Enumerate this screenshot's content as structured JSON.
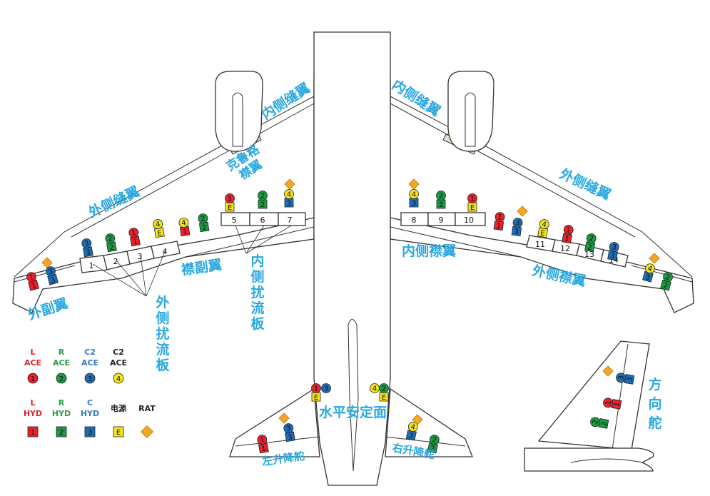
{
  "labels": {
    "inboard_slat_left": "内侧缝翼",
    "inboard_slat_right": "内侧缝翼",
    "krueger_1": "克鲁格",
    "krueger_2": "襟翼",
    "outboard_slat_left": "外侧缝翼",
    "outboard_slat_right": "外侧缝翼",
    "aileron": "外副翼",
    "flaperon": "襟副翼",
    "inboard_spoiler": [
      "内",
      "侧",
      "扰",
      "流",
      "板"
    ],
    "outboard_spoiler": [
      "外",
      "侧",
      "扰",
      "流",
      "板"
    ],
    "inboard_flap": "内侧襟翼",
    "outboard_flap": "外侧襟翼",
    "stabilizer": "水平安定面",
    "left_elevator": "左升降舵",
    "right_elevator": "右升降舵",
    "rudder": [
      "方",
      "向",
      "舵"
    ]
  },
  "spoiler_numbers": [
    "1",
    "2",
    "3",
    "4",
    "5",
    "6",
    "7",
    "8",
    "9",
    "10",
    "11",
    "12",
    "13",
    "14"
  ],
  "legend": {
    "ace_row": [
      {
        "line1": "L",
        "line2": "ACE",
        "symbol": "1",
        "color": "#e8212b",
        "text_color": "#d7262b"
      },
      {
        "line1": "R",
        "line2": "ACE",
        "symbol": "2",
        "color": "#1a9a43",
        "text_color": "#2a9d47"
      },
      {
        "line1": "C2",
        "line2": "ACE",
        "symbol": "3",
        "color": "#1f6db6",
        "text_color": "#2f7bc0"
      },
      {
        "line1": "C2",
        "line2": "ACE",
        "symbol": "4",
        "color": "#f7e51a",
        "text_color": "#222222"
      }
    ],
    "hyd_row": [
      {
        "line1": "L",
        "line2": "HYD",
        "symbol": "1",
        "color": "#e8212b",
        "text_color": "#d7262b"
      },
      {
        "line1": "R",
        "line2": "HYD",
        "symbol": "2",
        "color": "#1a9a43",
        "text_color": "#2a9d47"
      },
      {
        "line1": "C",
        "line2": "HYD",
        "symbol": "3",
        "color": "#1f6db6",
        "text_color": "#2f7bc0"
      },
      {
        "line1": "电源",
        "line2": "",
        "symbol": "E",
        "color": "#f7e51a",
        "text_color": "#222222"
      },
      {
        "line1": "RAT",
        "line2": "",
        "symbol": "",
        "color": "#f5a623",
        "text_color": "#222222"
      }
    ]
  },
  "colors": {
    "ace1": "#e8212b",
    "ace2": "#1a9a43",
    "ace3": "#1f6db6",
    "ace4": "#f7e51a",
    "rat": "#f5a623",
    "label": "#29a8e0",
    "outline": "#333333"
  }
}
